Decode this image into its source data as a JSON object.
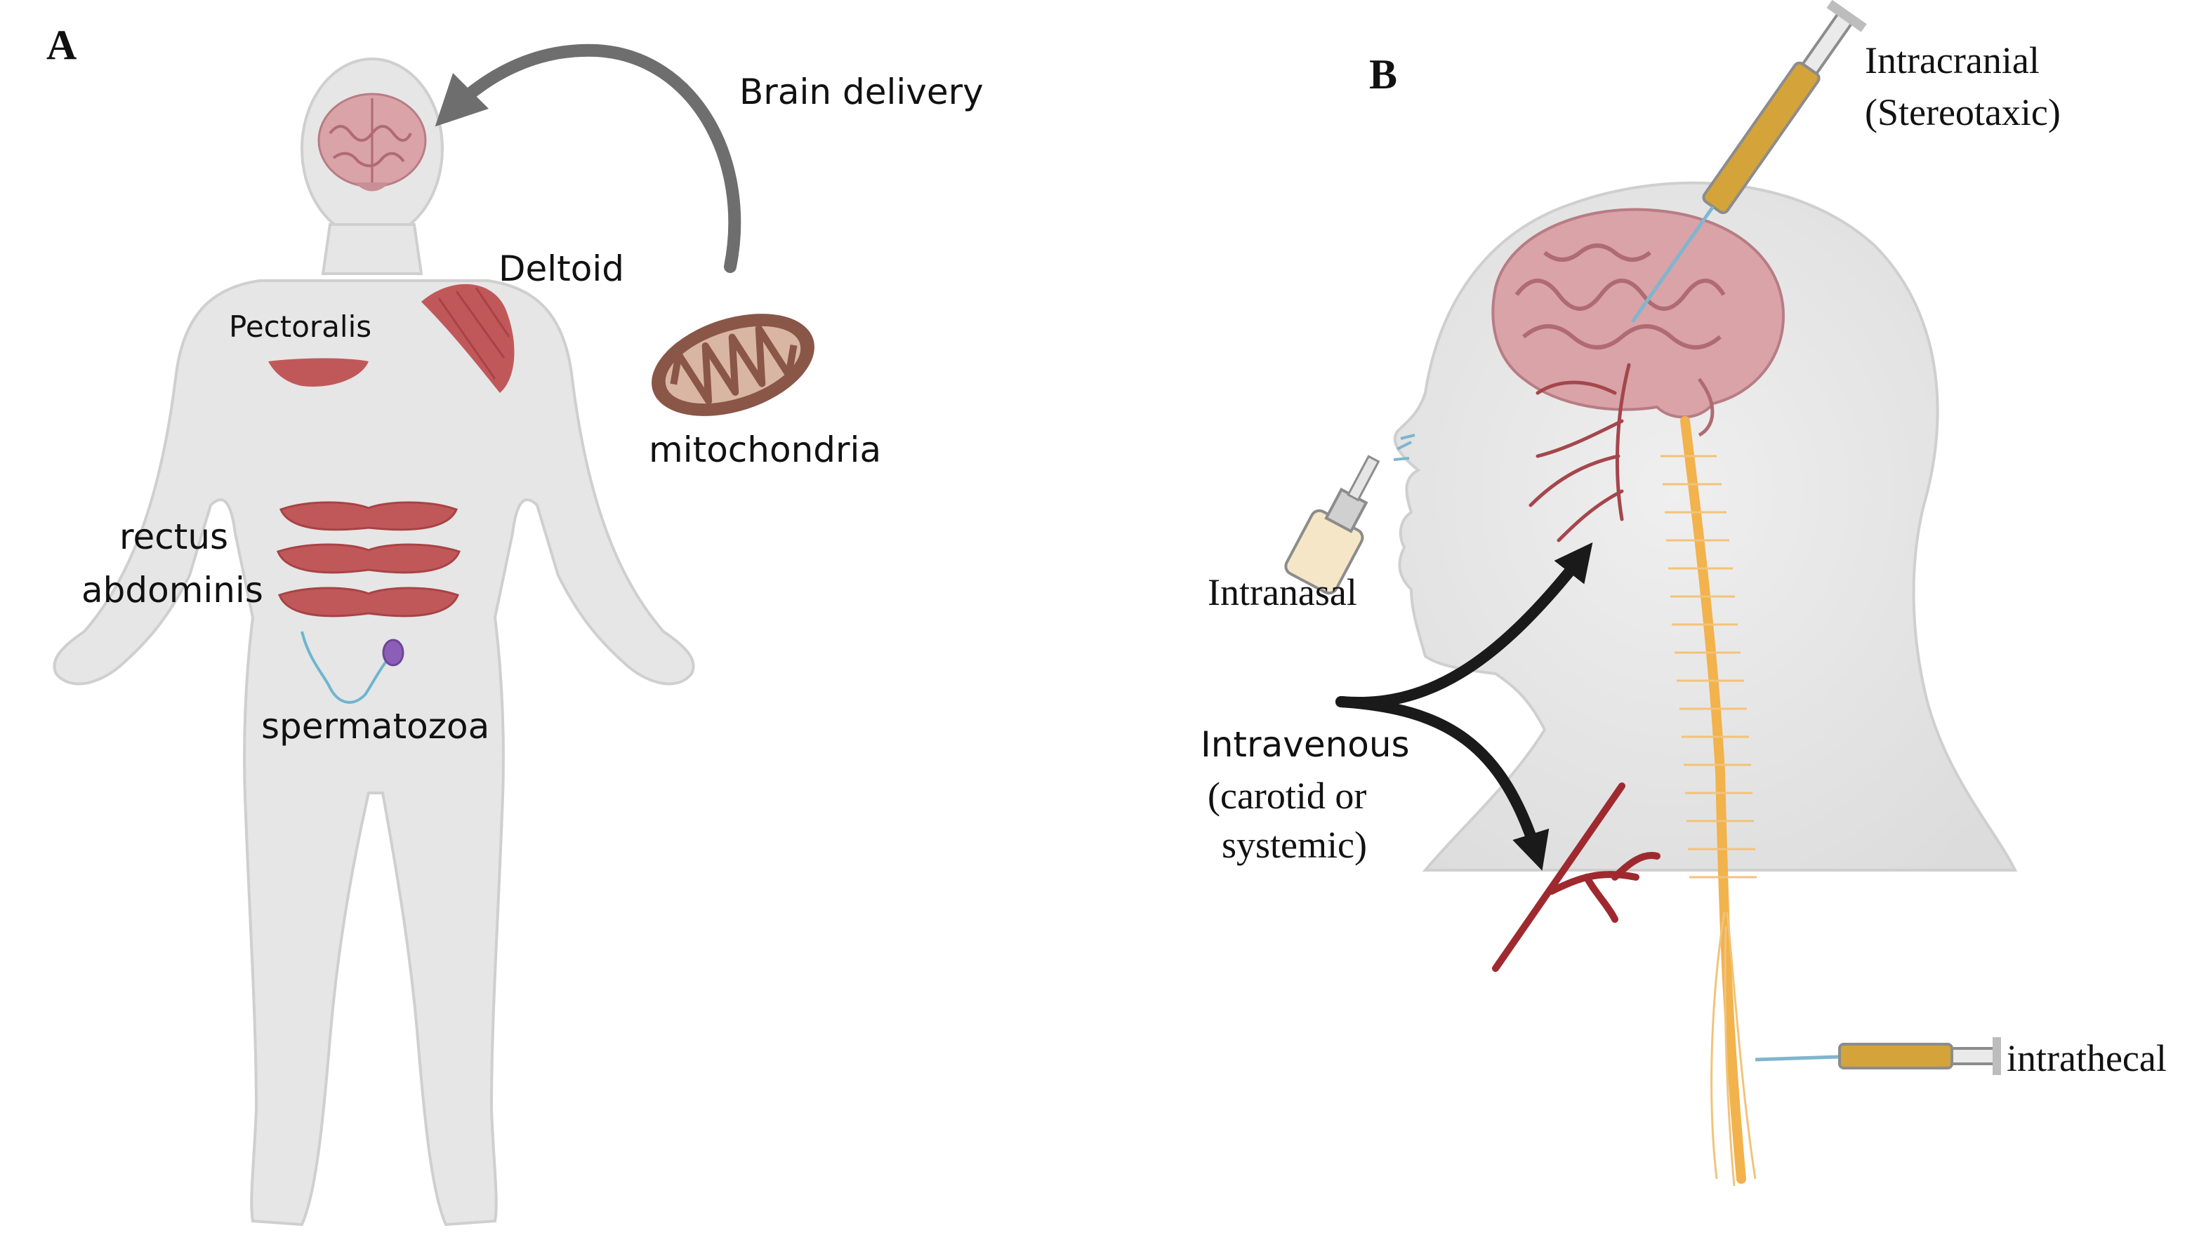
{
  "panel_a": {
    "letter": "A",
    "brain_delivery": "Brain delivery",
    "deltoid": "Deltoid",
    "pectoralis": "Pectoralis",
    "mitochondria": "mitochondria",
    "rectus_line1": "rectus",
    "rectus_line2": "abdominis",
    "spermatozoa": "spermatozoa"
  },
  "panel_b": {
    "letter": "B",
    "intracranial_line1": "Intracranial",
    "intracranial_line2": "(Stereotaxic)",
    "intranasal": "Intranasal",
    "intravenous_line1": "Intravenous",
    "intravenous_line2": "(carotid or",
    "intravenous_line3": "systemic)",
    "intrathecal": "intrathecal"
  },
  "colors": {
    "body": "#e6e6e6",
    "body_outline": "#c8c8c8",
    "muscle": "#c0585a",
    "muscle_stripe": "#a84345",
    "brain": "#d9a3a8",
    "brain_fold": "#b06a73",
    "mito": "#8a5648",
    "mito_inner": "#d9b6a4",
    "vessel": "#9e2a2f",
    "nerve": "#f2b24c",
    "syringe_fluid": "#d4a33a",
    "arrow_grey": "#6e6e6e",
    "arrow_black": "#1a1a1a"
  }
}
